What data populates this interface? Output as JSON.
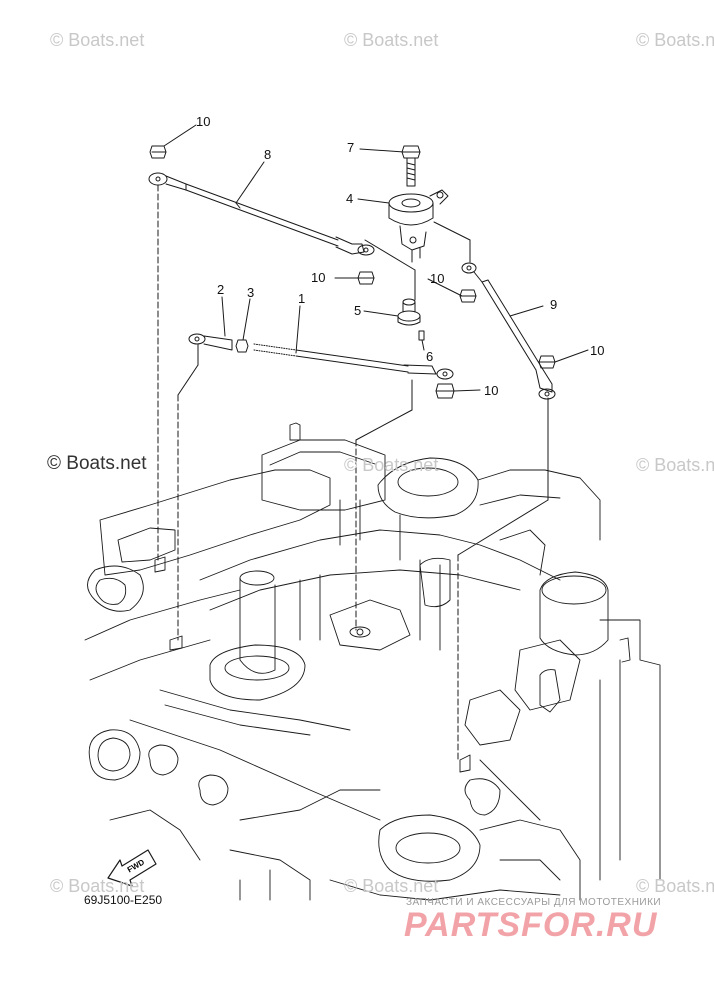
{
  "watermarks": {
    "top_left": "© Boats.net",
    "top_center": "© Boats.net",
    "top_right": "© Boats.net",
    "mid_center": "© Boats.net",
    "mid_right": "© Boats.net",
    "bottom_left": "© Boats.net",
    "bottom_center": "© Boats.net",
    "bottom_right": "© Boats.net"
  },
  "copyright": "© Boats.net",
  "callouts": {
    "c1": "1",
    "c2": "2",
    "c3": "3",
    "c4": "4",
    "c5": "5",
    "c6": "6",
    "c7": "7",
    "c8": "8",
    "c9": "9",
    "c10a": "10",
    "c10b": "10",
    "c10c": "10",
    "c10d": "10",
    "c10e": "10"
  },
  "fwd_label": "FWD",
  "diagram_code": "69J5100-E250",
  "footer": {
    "tagline": "ЗАПЧАСТИ И АКСЕССУАРЫ ДЛЯ МОТОТЕХНИКИ",
    "brand": "PARTSFOR.RU"
  },
  "colors": {
    "line": "#1a1a1a",
    "watermark": "#c8c8c8",
    "brand": "#f2a3a8"
  }
}
